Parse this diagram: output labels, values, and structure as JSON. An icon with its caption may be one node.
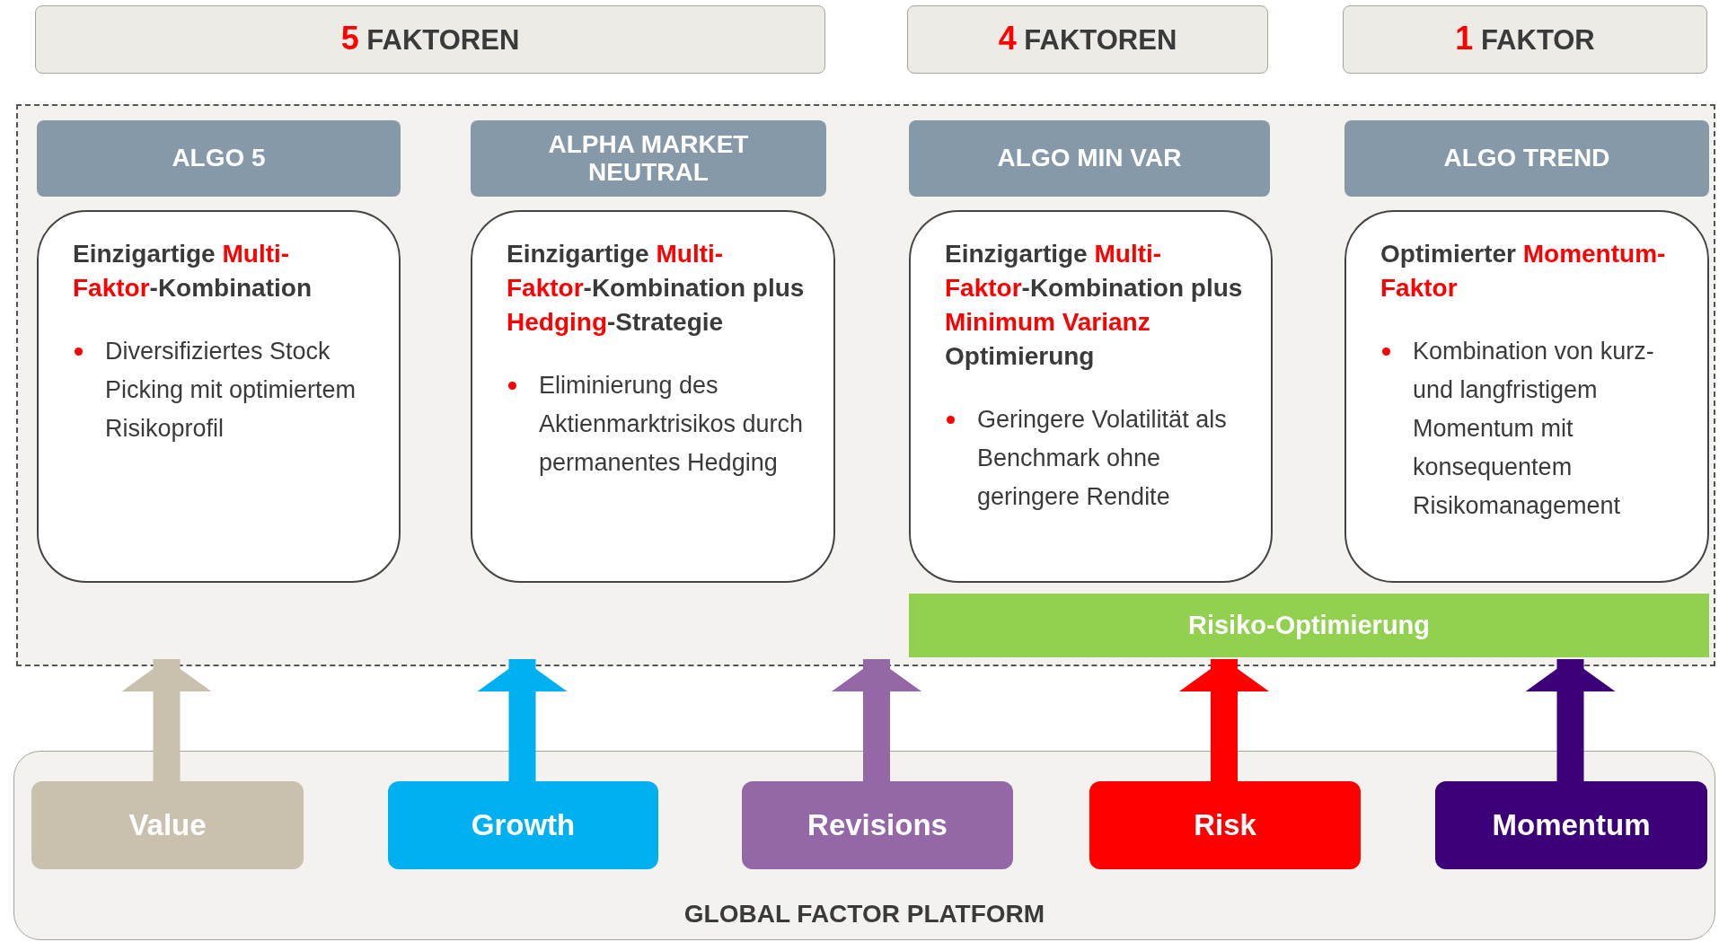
{
  "diagram": {
    "nodes": [
      {
        "text": [
          "*5* FAKTOREN"
        ]
      },
      {
        "text": [
          "*4* FAKTOREN"
        ]
      },
      {
        "text": [
          "*1* FAKTOR"
        ]
      },
      {
        "text": [],
        "shape": "box"
      },
      {
        "text": [
          "ALGO 5"
        ],
        "in": 3
      },
      {
        "text": [
          "Einzigartige *Multi-Faktor*-Kombination",
          "Diversifiziertes Stock Picking mit optimiertem Risikoprofil"
        ],
        "in": 3
      },
      {
        "text": [
          "ALPHA MARKET NEUTRAL"
        ],
        "in": 3
      },
      {
        "text": [
          "Einzigartige *Multi-Faktor*-Kombination plus *Hedging*-Strategie",
          "Eliminierung des Aktienmarktrisikos durch permanentes Hedging"
        ],
        "in": 3
      },
      {
        "text": [
          "ALGO MIN VAR"
        ],
        "in": 3
      },
      {
        "text": [
          "Einzigartige *Multi-Faktor*-Kombination plus *Minimum Varianz* Optimierung",
          "Geringere Volatilität als Benchmark ohne geringere Rendite"
        ],
        "in": 3
      },
      {
        "text": [
          "ALGO TREND"
        ],
        "in": 3
      },
      {
        "text": [
          "Optimierter *Momentum-Faktor*",
          "Kombination von kurz- und langfristigem Momentum mit konsequentem Risikomanagement"
        ],
        "in": 3
      },
      {
        "text": [
          "Risiko-Optimierung"
        ],
        "in": 3
      },
      {
        "text": [
          "GLOBAL FACTOR PLATFORM"
        ]
      },
      {
        "text": [
          "Value"
        ],
        "in": 13
      },
      {
        "text": [
          "Growth"
        ],
        "in": 13
      },
      {
        "text": [
          "Revisions"
        ],
        "in": 13
      },
      {
        "text": [
          "Risk"
        ],
        "in": 13
      },
      {
        "text": [
          "Momentum"
        ],
        "in": 13
      }
    ],
    "edges": [
      {
        "from": 14,
        "to": 3,
        "arrow": "to",
        "color": "#c9c0ae"
      },
      {
        "from": 15,
        "to": 3,
        "arrow": "to",
        "color": "#00b0f0"
      },
      {
        "from": 16,
        "to": 3,
        "arrow": "to",
        "color": "#9467a6"
      },
      {
        "from": 17,
        "to": 3,
        "arrow": "to",
        "color": "#ff0000"
      },
      {
        "from": 18,
        "to": 3,
        "arrow": "to",
        "color": "#3c0078"
      }
    ]
  }
}
